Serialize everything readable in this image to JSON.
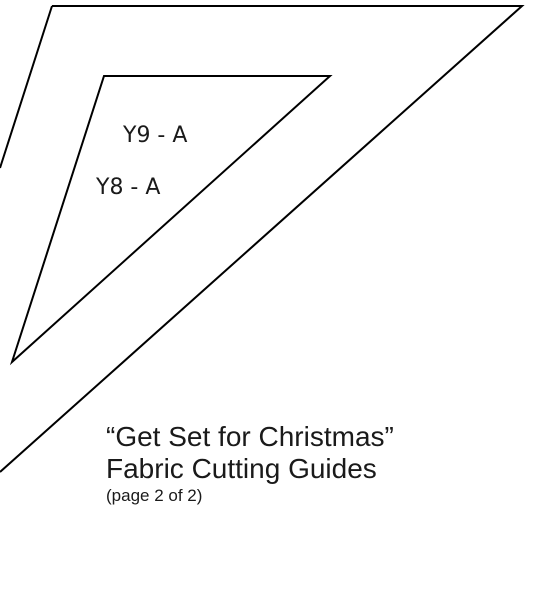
{
  "pieces": [
    {
      "label": "Y9 - A"
    },
    {
      "label": "Y8 - A"
    }
  ],
  "caption": {
    "title_line1": "“Get Set for Christmas”",
    "title_line2": "Fabric Cutting Guides",
    "subtitle": "(page 2 of 2)"
  },
  "colors": {
    "line": "#000000",
    "background": "#ffffff",
    "text": "#1a1a1a"
  }
}
